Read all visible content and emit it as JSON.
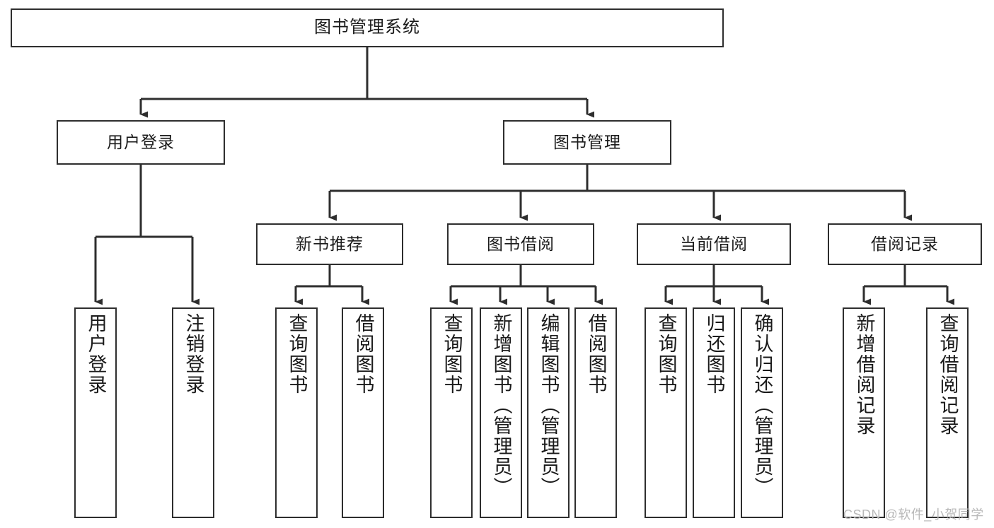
{
  "diagram": {
    "type": "tree",
    "title": "图书管理系统",
    "watermark": "CSDN @软件_小贺同学",
    "colors": {
      "stroke": "#2e2e2e",
      "fill": "#ffffff",
      "text": "#1a1a1a",
      "watermark": "#b9b9b9"
    },
    "nodes": {
      "root": {
        "label": "图书管理系统"
      },
      "level2": [
        {
          "id": "user-login",
          "label": "用户登录"
        },
        {
          "id": "book-management",
          "label": "图书管理"
        }
      ],
      "level3": [
        {
          "id": "new-book-recommend",
          "label": "新书推荐"
        },
        {
          "id": "book-borrow",
          "label": "图书借阅"
        },
        {
          "id": "current-borrow",
          "label": "当前借阅"
        },
        {
          "id": "borrow-record",
          "label": "借阅记录"
        }
      ],
      "leaves": {
        "user-login": [
          {
            "id": "leaf-user-login",
            "label": "用户登录"
          },
          {
            "id": "leaf-user-logout",
            "label": "注销登录"
          }
        ],
        "new-book-recommend": [
          {
            "id": "leaf-query-book-1",
            "label": "查询图书"
          },
          {
            "id": "leaf-borrow-book-1",
            "label": "借阅图书"
          }
        ],
        "book-borrow": [
          {
            "id": "leaf-query-book-2",
            "label": "查询图书"
          },
          {
            "id": "leaf-add-book-admin",
            "label": "新增图书（管理员）"
          },
          {
            "id": "leaf-edit-book-admin",
            "label": "编辑图书（管理员）"
          },
          {
            "id": "leaf-borrow-book-2",
            "label": "借阅图书"
          }
        ],
        "current-borrow": [
          {
            "id": "leaf-query-book-3",
            "label": "查询图书"
          },
          {
            "id": "leaf-return-book",
            "label": "归还图书"
          },
          {
            "id": "leaf-confirm-return-admin",
            "label": "确认归还（管理员）"
          }
        ],
        "borrow-record": [
          {
            "id": "leaf-add-borrow-record",
            "label": "新增借阅记录"
          },
          {
            "id": "leaf-query-borrow-record",
            "label": "查询借阅记录"
          }
        ]
      }
    }
  }
}
